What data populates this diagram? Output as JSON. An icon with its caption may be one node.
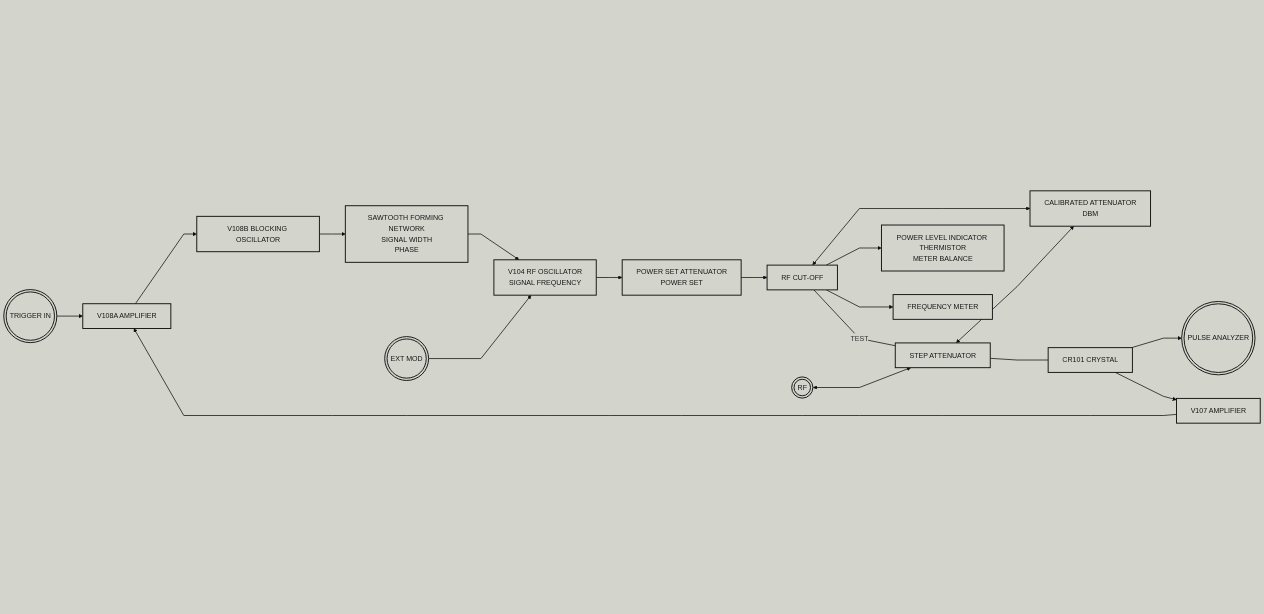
{
  "diagram": {
    "nodes": [
      {
        "text": [
          "TRIGGER IN"
        ]
      },
      {
        "text": [
          "V107 AMPLIFIER"
        ]
      },
      {
        "text": [
          "V108A AMPLIFIER"
        ]
      },
      {
        "text": [
          "V108B BLOCKING OSCILLATOR"
        ]
      },
      {
        "text": [
          "SAWTOOTH FORMING NETWORK",
          "SIGNAL WIDTH",
          "PHASE"
        ]
      },
      {
        "text": [
          "EXT MOD"
        ]
      },
      {
        "text": [
          "V104 RF OSCILLATOR",
          "SIGNAL FREQUENCY"
        ]
      },
      {
        "text": [
          "POWER SET ATTENUATOR",
          "POWER SET"
        ]
      },
      {
        "text": [
          "RF CUT-OFF"
        ]
      },
      {
        "text": [
          "STEP ATTENUATOR"
        ]
      },
      {
        "text": [
          "CALIBRATED ATTENUATOR",
          "DBM"
        ]
      },
      {
        "text": [
          "POWER LEVEL INDICATOR THERMISTOR",
          "METER BALANCE"
        ]
      },
      {
        "text": [
          "FREQUENCY METER"
        ]
      },
      {
        "text": [
          "RF"
        ]
      },
      {
        "text": [
          "CR101 CRYSTAL"
        ]
      },
      {
        "text": [
          "PULSE ANALYZER"
        ]
      }
    ],
    "edges": [
      {
        "from": 0,
        "to": 2,
        "arrow": "to"
      },
      {
        "from": 1,
        "to": 2,
        "arrow": "to"
      },
      {
        "from": 2,
        "to": 3,
        "arrow": "to"
      },
      {
        "from": 3,
        "to": 4,
        "arrow": "to"
      },
      {
        "from": 4,
        "to": 6,
        "arrow": "to"
      },
      {
        "from": 5,
        "to": 6,
        "arrow": "to"
      },
      {
        "from": 6,
        "to": 7,
        "arrow": "to"
      },
      {
        "from": 7,
        "to": 8,
        "arrow": "to"
      },
      {
        "from": 8,
        "to": 9,
        "arrow": "none",
        "label": "TEST"
      },
      {
        "from": 8,
        "to": 10,
        "arrow": "both"
      },
      {
        "from": 8,
        "to": 11,
        "arrow": "to"
      },
      {
        "from": 8,
        "to": 12,
        "arrow": "to"
      },
      {
        "from": 9,
        "to": 10,
        "arrow": "both"
      },
      {
        "from": 13,
        "to": 9,
        "arrow": "both"
      },
      {
        "from": 9,
        "to": 14,
        "arrow": "none"
      },
      {
        "from": 14,
        "to": 15,
        "arrow": "to"
      },
      {
        "from": 14,
        "to": 1,
        "arrow": "to"
      }
    ]
  }
}
